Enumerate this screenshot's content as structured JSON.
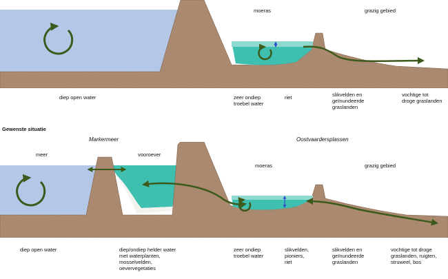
{
  "colors": {
    "open_water": "#b4c7e7",
    "marsh_water": "#3fbfb0",
    "marsh_water_light": "#8fd8cf",
    "earth": "#b39176",
    "earth_dark": "#8a6a50",
    "arrow": "#3c5a1c",
    "sediment": "#f2f2ef",
    "depth_marker": "#2f4fc9"
  },
  "top": {
    "labels": {
      "moeras": "moeras",
      "grazig": "grazig gebied",
      "diep": "diep open water",
      "zeer": "zeer ondiep\ntroebel water",
      "riet": "riet",
      "slik": "slikvelden en\ngeïnundeerde\ngraslanden",
      "vochtig": "vochtige tot\ndroge graslanden"
    }
  },
  "section_title": "Gewenste situatie",
  "bottom": {
    "labels": {
      "markermeer": "Markermeer",
      "oostvaarders": "Oostvaardersplassen",
      "meer": "meer",
      "vooroever": "vooroever",
      "moeras": "moeras",
      "grazig": "grazig gebied",
      "diep": "diep open water",
      "helder": "diep/ondiep helder water\nmet waterplanten,\nmosselvelden,\noevervegetaties",
      "zeer": "zeer ondiep\ntroebel water",
      "pioniers": "slikvelden,\npioniers,\nriet",
      "slik": "slikvelden en\ngeïnundeerde\ngraslanden",
      "vochtig": "vochtige tot droge\ngraslanden, ruigten,\nstruweel, bos"
    }
  }
}
